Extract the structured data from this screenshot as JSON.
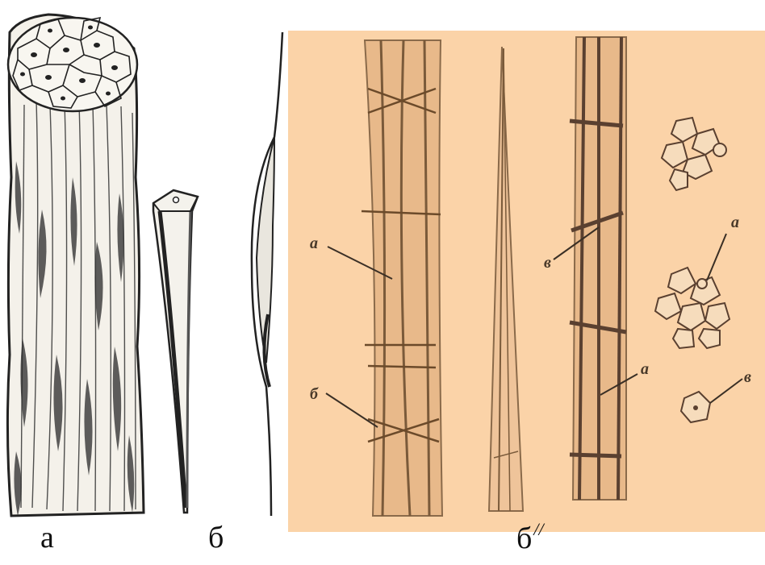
{
  "panels": {
    "a": "а",
    "b": "б",
    "b2_base": "б",
    "b2_sup": "//"
  },
  "markers": {
    "bundle_1_a": "a",
    "bundle_1_b": "б",
    "bundle_2_v": "в",
    "bundle_2_a": "a",
    "cross_a": "a",
    "cross_v": "в"
  },
  "colors": {
    "photo_background": "#fbd3a8",
    "ink": "#3a2f25"
  }
}
